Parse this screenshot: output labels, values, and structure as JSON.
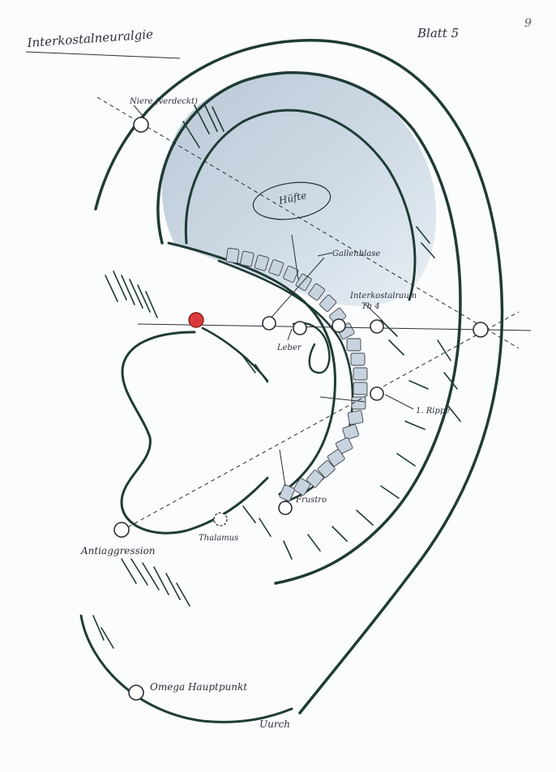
{
  "sheet": {
    "title": "Interkostalneuralgie",
    "sheet_label": "Blatt 5",
    "page_number": "9",
    "signature": "Uurch"
  },
  "labels": {
    "niere": "Niere (verdeckt)",
    "huefte": "Hüfte",
    "gallenblase": "Gallenblase",
    "interkostalraum_line1": "Interkostalraum",
    "interkostalraum_line2": "Th 4",
    "leber": "Leber",
    "rippe": "1. Rippe",
    "frustro": "Frustro",
    "antiaggression": "Antiaggression",
    "thalamus": "Thalamus",
    "omega": "Omega Hauptpunkt"
  },
  "colors": {
    "ink": "#1f3b35",
    "shade": "#b9c9d8",
    "active_point": "#d93a3a",
    "point_fill": "#ffffff"
  }
}
